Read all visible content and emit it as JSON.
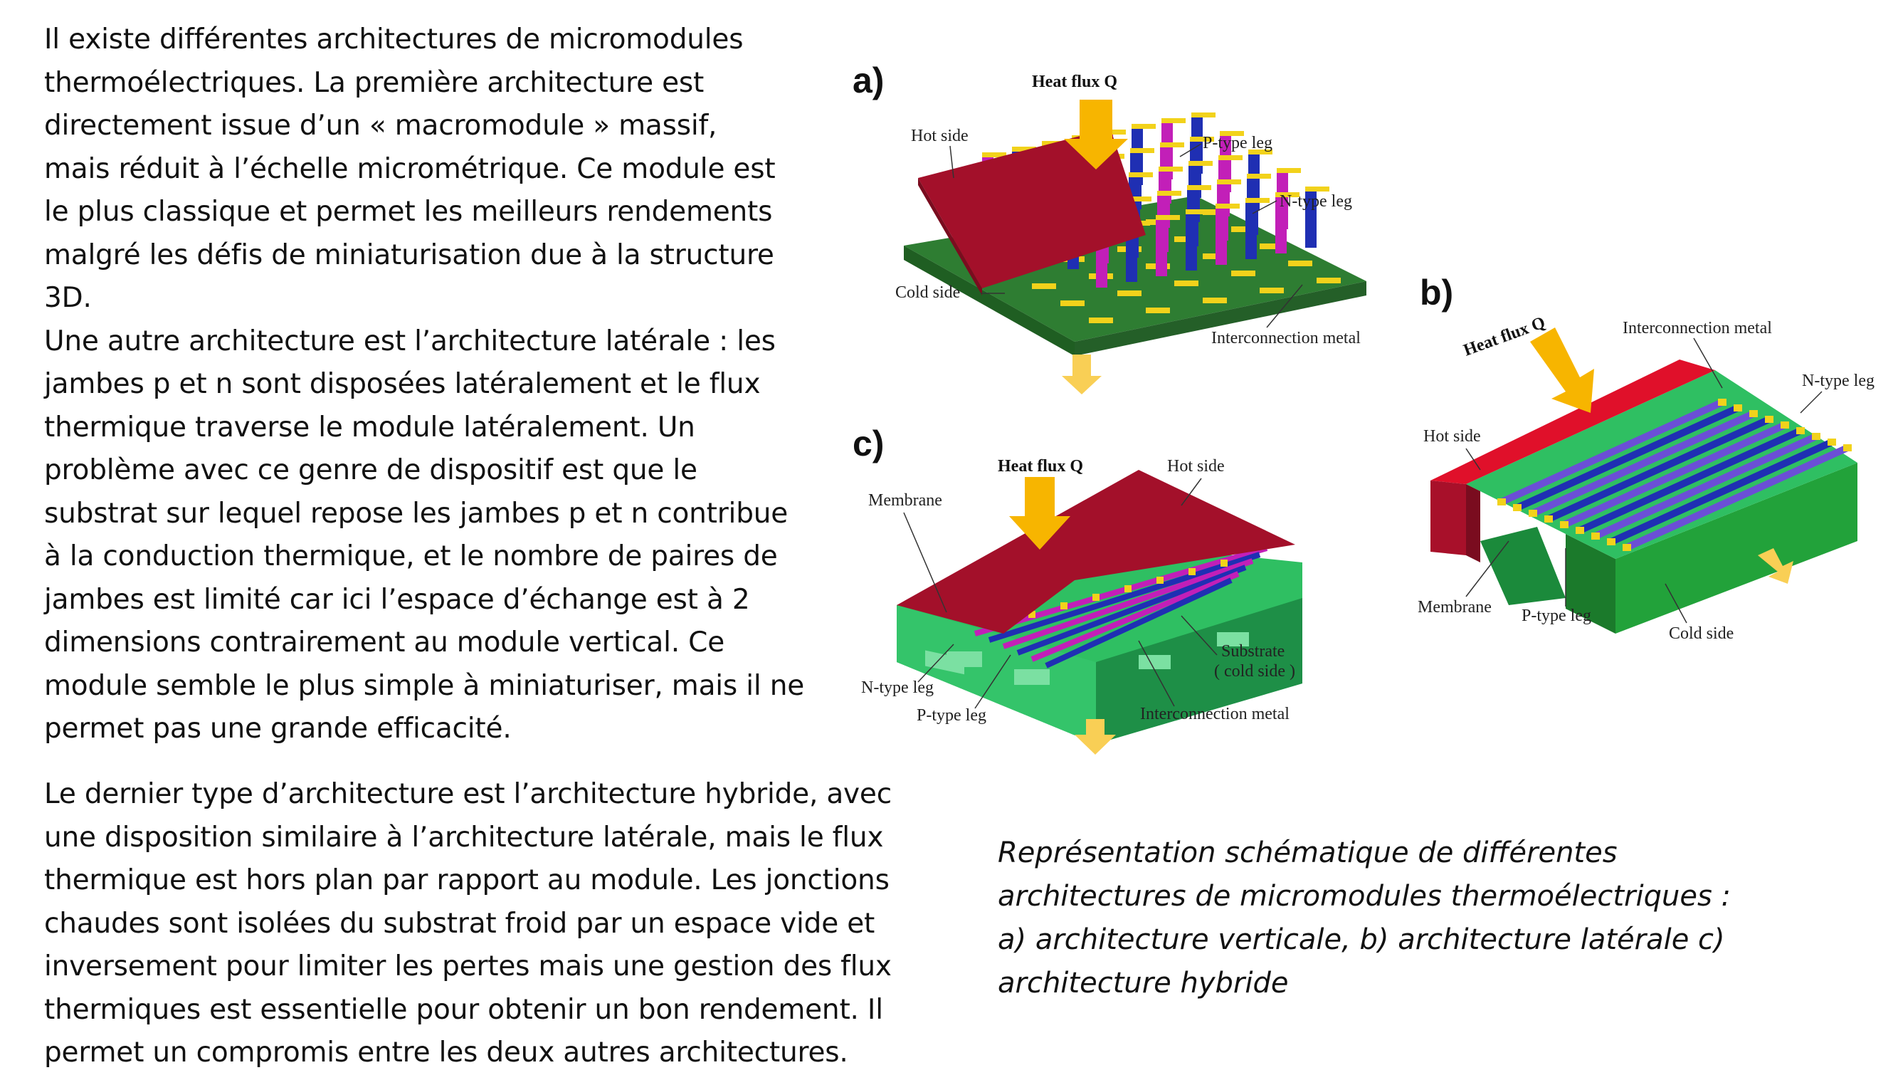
{
  "paragraph_1": [
    "Il existe différentes architectures de micromodules",
    "thermoélectriques. La première architecture est",
    "directement issue d’un « macromodule » massif,",
    "mais réduit à l’échelle micrométrique. Ce module est",
    "le plus classique et permet les meilleurs rendements",
    "malgré les défis de miniaturisation due à la structure",
    "3D.",
    "Une autre architecture est l’architecture latérale : les",
    "jambes p et n sont disposées latéralement et le flux",
    "thermique traverse le module latéralement. Un",
    "problème avec ce genre de dispositif est que le",
    "substrat sur lequel repose les jambes p et n contribue",
    "à la conduction thermique, et le nombre de paires de",
    "jambes est limité car ici l’espace d’échange est à 2",
    "dimensions contrairement au module vertical. Ce",
    "module semble le plus simple à miniaturiser, mais il ne",
    "permet pas une grande efficacité."
  ],
  "paragraph_2": [
    "Le dernier type d’architecture est l’architecture hybride, avec",
    "une disposition similaire à l’architecture latérale, mais le flux",
    "thermique est hors plan par rapport au module. Les jonctions",
    "chaudes sont isolées du substrat froid par un espace vide et",
    "inversement pour limiter les pertes mais une gestion des flux",
    "thermiques est essentielle pour obtenir un bon rendement. Il",
    "permet un compromis entre les deux autres architectures."
  ],
  "caption": [
    "Représentation schématique de différentes",
    "architectures de micromodules thermoélectriques :",
    "a) architecture verticale, b) architecture latérale c)",
    "architecture hybride"
  ],
  "figure": {
    "panel_a": {
      "letter": "a)",
      "heat_flux": "Heat flux Q",
      "hot_side": "Hot side",
      "p_type_leg": "P-type leg",
      "n_type_leg": "N-type leg",
      "cold_side": "Cold side",
      "interconnection_metal": "Interconnection metal"
    },
    "panel_b": {
      "letter": "b)",
      "heat_flux": "Heat flux Q",
      "interconnection_metal": "Interconnection metal",
      "n_type_leg": "N-type leg",
      "hot_side": "Hot side",
      "membrane": "Membrane",
      "p_type_leg": "P-type leg",
      "cold_side": "Cold side"
    },
    "panel_c": {
      "letter": "c)",
      "heat_flux": "Heat flux Q",
      "hot_side": "Hot side",
      "membrane": "Membrane",
      "substrate": "Substrate",
      "cold_side": "( cold side )",
      "n_type_leg": "N-type leg",
      "p_type_leg": "P-type leg",
      "interconnection_metal": "Interconnection metal"
    }
  },
  "colors": {
    "hot_plate": "#a3102a",
    "cold_plate": "#2e7d32",
    "p_leg": "#c21fb8",
    "n_leg": "#1f2fb3",
    "metal": "#f2d21b",
    "arrow": "#f7b500",
    "substrate": "#2fbf62",
    "substrate_light": "#7be0a2"
  }
}
